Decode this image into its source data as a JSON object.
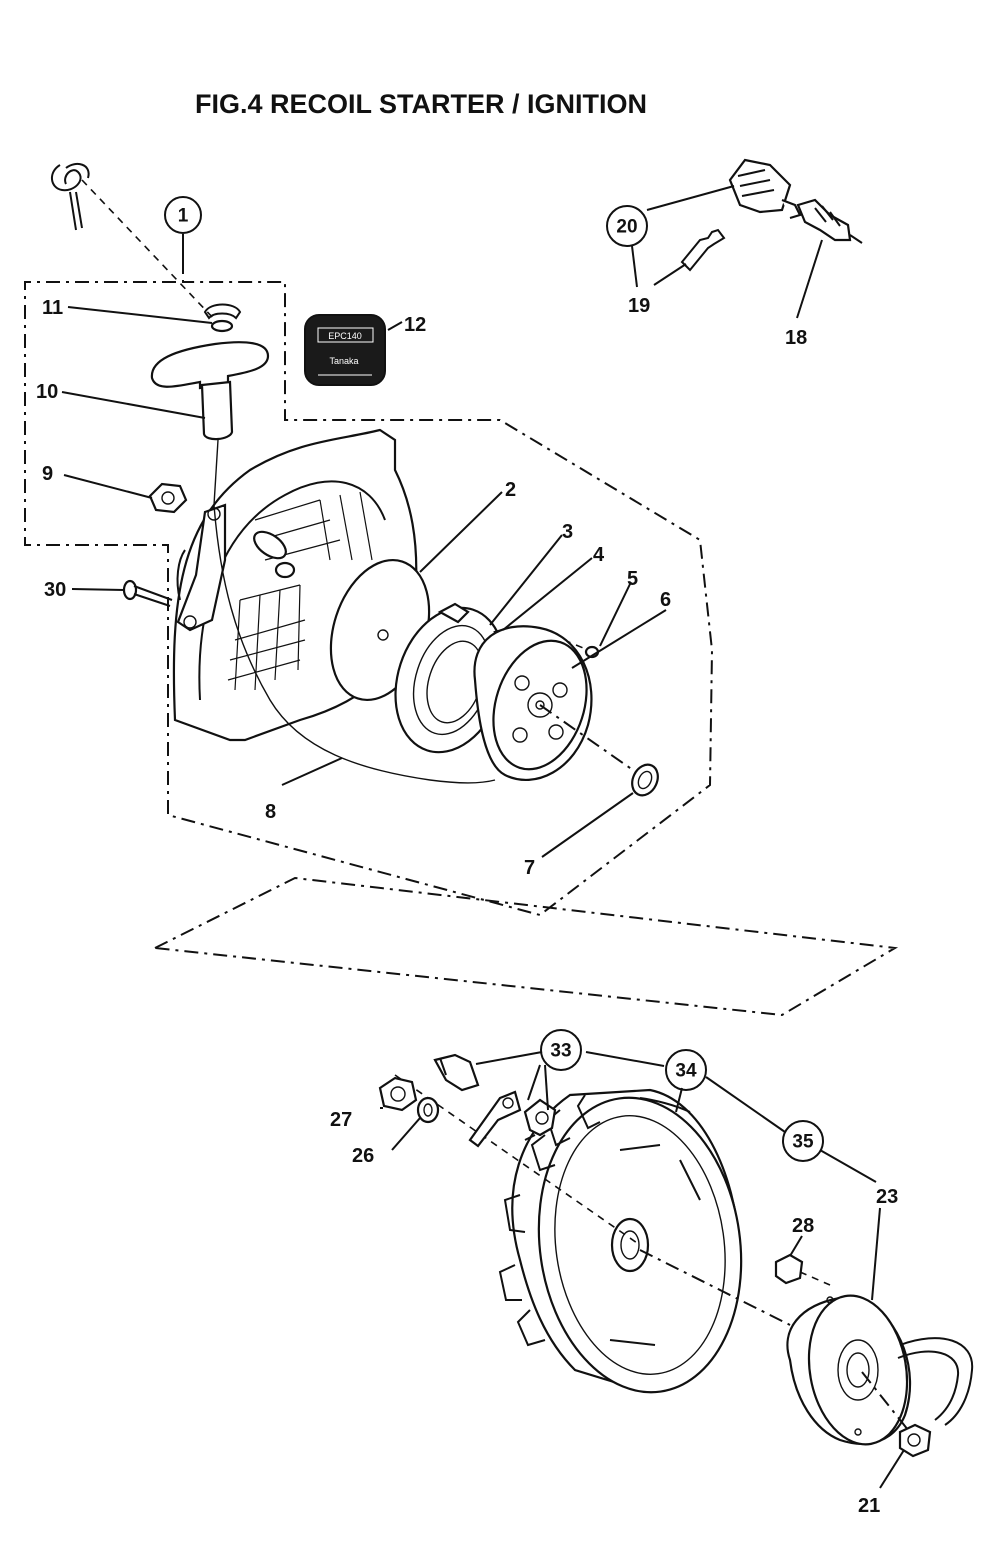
{
  "title": "FIG.4 RECOIL STARTER / IGNITION",
  "badge": {
    "line1": "EPC140",
    "line2": "Tanaka"
  },
  "callouts": {
    "p1": "1",
    "p2": "2",
    "p3": "3",
    "p4": "4",
    "p5": "5",
    "p6": "6",
    "p7": "7",
    "p8": "8",
    "p9": "9",
    "p10": "10",
    "p11": "11",
    "p12": "12",
    "p18": "18",
    "p19": "19",
    "p20": "20",
    "p21": "21",
    "p23": "23",
    "p26": "26",
    "p27": "27",
    "p28": "28",
    "p30": "30",
    "p33": "33",
    "p34": "34",
    "p35": "35"
  }
}
